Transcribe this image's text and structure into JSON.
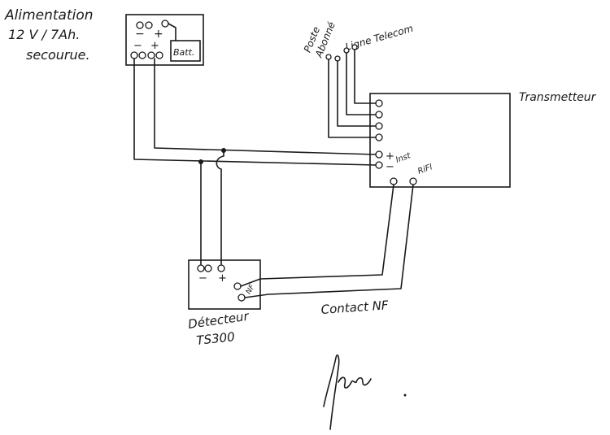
{
  "labels": {
    "power_line1": "Alimentation",
    "power_line2": "12 V / 7Ah.",
    "power_line3": "secourue.",
    "battery": "Batt.",
    "poste_line1": "Poste",
    "poste_line2": "Abonné",
    "ligne_telecom": "Ligne Telecom",
    "transmitter": "Transmetteur",
    "inst": "Inst",
    "rifl": "RiFl",
    "contact": "Contact NF",
    "detector_line1": "Détecteur",
    "detector_line2": "TS300",
    "nf": "NF",
    "plus": "+",
    "minus": "−"
  }
}
